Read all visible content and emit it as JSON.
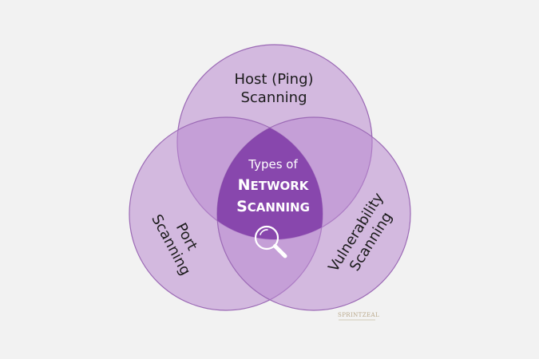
{
  "diagram": {
    "background": "#f2f2f2",
    "circle_color": "#b98bd0",
    "circle_stroke": "#8e5aa8",
    "circle_opacity": 0.55,
    "center_fill": "#7e3aa6",
    "top_label_line1": "Host (Ping)",
    "top_label_line2": "Scanning",
    "left_label_line1": "Port",
    "left_label_line2": "Scanning",
    "right_label_line1": "Vulnerability",
    "right_label_line2": "Scanning",
    "center_line1": "Types of",
    "center_line2_cap": "N",
    "center_line2_rest": "ETWORK",
    "center_line3_cap": "S",
    "center_line3_rest": "CANNING",
    "icon": "magnifying-glass-icon",
    "watermark": "SPRINTZEAL"
  }
}
